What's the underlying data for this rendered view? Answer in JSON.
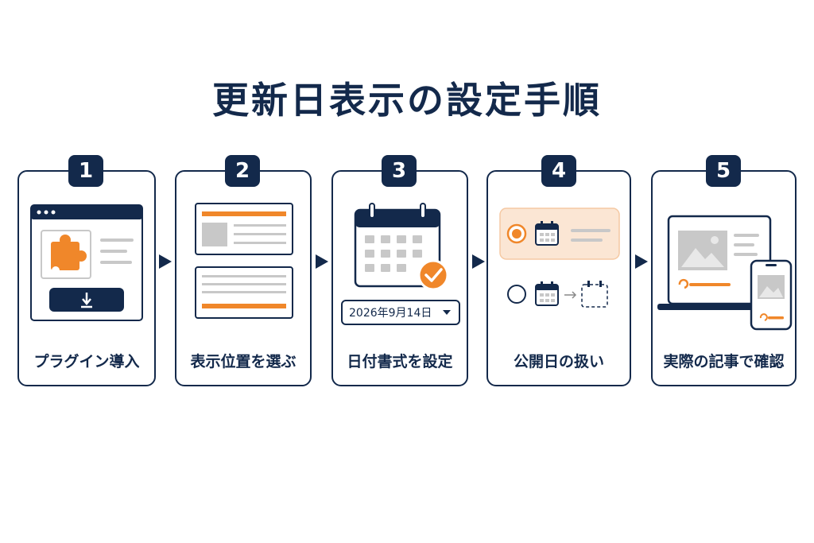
{
  "title": "更新日表示の設定手順",
  "colors": {
    "navy": "#13294b",
    "orange": "#f0872a",
    "gray": "#c8c8c8",
    "peach": "#fbe6d4"
  },
  "steps": [
    {
      "number": "1",
      "label": "プラグイン導入",
      "icons": [
        "browser-window-icon",
        "puzzle-piece-icon",
        "download-icon"
      ]
    },
    {
      "number": "2",
      "label": "表示位置を選ぶ",
      "icons": [
        "layout-top-icon",
        "layout-bottom-icon"
      ]
    },
    {
      "number": "3",
      "label": "日付書式を設定",
      "icons": [
        "calendar-icon",
        "check-icon"
      ],
      "date_value": "2026年9月14日"
    },
    {
      "number": "4",
      "label": "公開日の扱い",
      "icons": [
        "radio-selected-icon",
        "calendar-icon",
        "radio-unselected-icon",
        "arrow-right-icon",
        "dashed-calendar-icon"
      ]
    },
    {
      "number": "5",
      "label": "実際の記事で確認",
      "icons": [
        "laptop-icon",
        "smartphone-icon",
        "image-placeholder-icon",
        "refresh-icon"
      ]
    }
  ]
}
